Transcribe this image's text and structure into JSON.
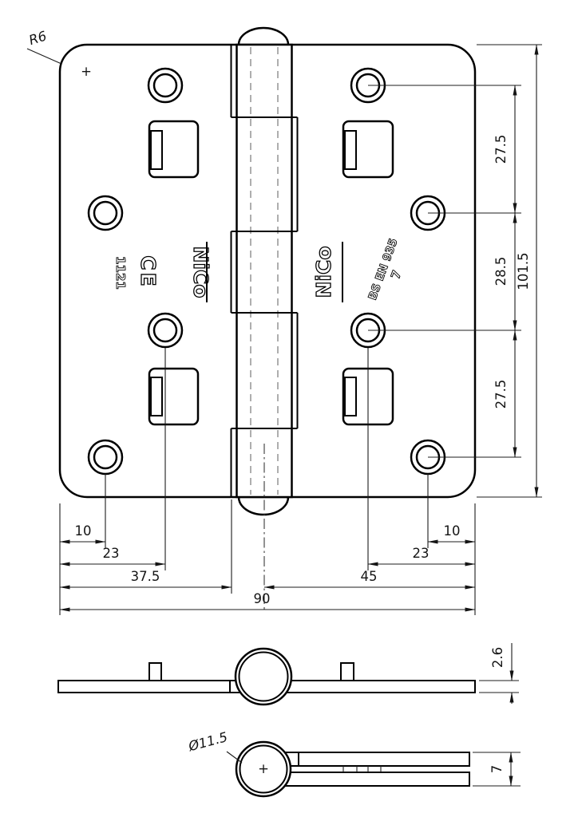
{
  "front_view": {
    "corner_radius_label": "R6",
    "corner_center_mark": "+",
    "stamp_left": {
      "ce_number": "1121",
      "ce_mark": "CE",
      "logo": "NiCo"
    },
    "stamp_right": {
      "logo": "NiCo",
      "standard": "BS EN 935",
      "grade": "7"
    },
    "dimensions": {
      "hole_spacing_top": "27.5",
      "hole_spacing_middle": "28.5",
      "hole_spacing_bottom": "27.5",
      "overall_height": "101.5",
      "left_hole_offset": "10",
      "left_hole_column": "23",
      "left_leaf_width": "37.5",
      "right_half_width": "45",
      "right_hole_column": "23",
      "right_hole_offset": "10",
      "overall_width": "90"
    }
  },
  "side_view": {
    "leaf_thickness": "2.6"
  },
  "folded_view": {
    "knuckle_diameter": "Ø11.5",
    "knuckle_center_mark": "+",
    "closed_thickness": "7"
  }
}
